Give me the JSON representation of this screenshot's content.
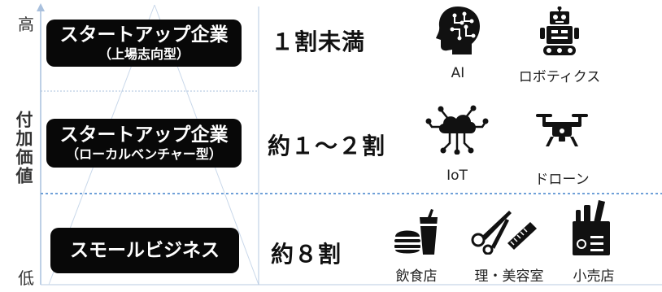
{
  "axis": {
    "high": "高",
    "low": "低",
    "title": "付加価値"
  },
  "tiers": [
    {
      "name": "スタートアップ企業",
      "sub": "（上場志向型）",
      "share": "１割未満",
      "examples": [
        {
          "label": "AI",
          "icon": "ai-head-icon"
        },
        {
          "label": "ロボティクス",
          "icon": "robot-icon"
        }
      ]
    },
    {
      "name": "スタートアップ企業",
      "sub": "（ローカルベンチャー型）",
      "share": "約１～２割",
      "examples": [
        {
          "label": "IoT",
          "icon": "cloud-network-icon"
        },
        {
          "label": "ドローン",
          "icon": "drone-icon"
        }
      ]
    },
    {
      "name": "スモールビジネス",
      "sub": "",
      "share": "約８割",
      "examples": [
        {
          "label": "飲食店",
          "icon": "fastfood-icon"
        },
        {
          "label": "理・美容室",
          "icon": "scissors-comb-icon"
        },
        {
          "label": "小売店",
          "icon": "grocery-bag-icon"
        }
      ]
    }
  ],
  "colors": {
    "box": "#080808",
    "divider": "#6fa0d8",
    "axis": "#9bb7d9"
  }
}
